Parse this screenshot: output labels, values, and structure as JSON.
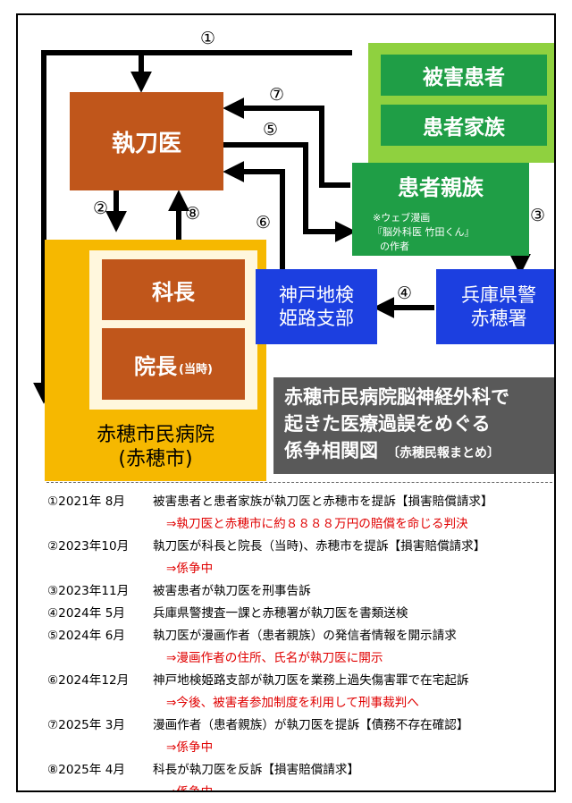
{
  "boxes": {
    "victim": "被害患者",
    "family": "患者家族",
    "surgeon": "執刀医",
    "relative": "患者親族",
    "relative_note": [
      "※ウェブ漫画",
      "『脳外科医 竹田くん』",
      "の作者"
    ],
    "prosecutor": [
      "神戸地検",
      "姫路支部"
    ],
    "police": [
      "兵庫県警",
      "赤穂署"
    ],
    "chief": "科長",
    "director": "院長",
    "director_suffix": "(当時)",
    "hospital": [
      "赤穂市民病院",
      "(赤穂市)"
    ]
  },
  "arrow_labels": [
    "①",
    "②",
    "③",
    "④",
    "⑤",
    "⑥",
    "⑦",
    "⑧"
  ],
  "title": {
    "line1": "赤穂市民病院脳神経外科で",
    "line2": "起きた医療過誤をめぐる",
    "line3": "係争相関図",
    "sub": "〔赤穂民報まとめ〕"
  },
  "events": [
    {
      "date": "①2021年 8月",
      "text": "被害患者と患者家族が執刀医と赤穂市を提訴【損害賠償請求】",
      "result": "⇒執刀医と赤穂市に約８８８８万円の賠償を命じる判決"
    },
    {
      "date": "②2023年10月",
      "text": "執刀医が科長と院長（当時)、赤穂市を提訴【損害賠償請求】",
      "result": "⇒係争中"
    },
    {
      "date": "③2023年11月",
      "text": "被害患者が執刀医を刑事告訴",
      "result": ""
    },
    {
      "date": "④2024年 5月",
      "text": "兵庫県警捜査一課と赤穂署が執刀医を書類送検",
      "result": ""
    },
    {
      "date": "⑤2024年 6月",
      "text": "執刀医が漫画作者（患者親族）の発信者情報を開示請求",
      "result": "⇒漫画作者の住所、氏名が執刀医に開示"
    },
    {
      "date": "⑥2024年12月",
      "text": "神戸地検姫路支部が執刀医を業務上過失傷害罪で在宅起訴",
      "result": "⇒今後、被害者参加制度を利用して刑事裁判へ"
    },
    {
      "date": "⑦2025年 3月",
      "text": "漫画作者（患者親族）が執刀医を提訴【債務不存在確認】",
      "result": "⇒係争中"
    },
    {
      "date": "⑧2025年 4月",
      "text": "科長が執刀医を反訴【損害賠償請求】",
      "result": "⇒係争中"
    }
  ]
}
